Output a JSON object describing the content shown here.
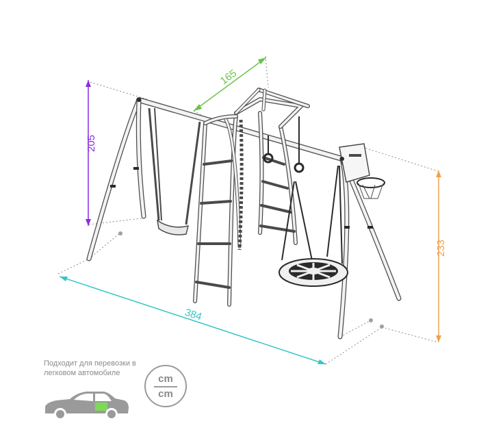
{
  "dimensions": {
    "depth": "165",
    "height_left": "205",
    "width": "384",
    "height_right": "233"
  },
  "note": {
    "text": "Подходит для перевозки в легковом автомобиле"
  },
  "units": {
    "numerator": "cm",
    "denominator": "cm"
  },
  "colors": {
    "depth": "#6cc24a",
    "height_left": "#8a2be2",
    "width": "#35c6c6",
    "height_right": "#f0a050",
    "frame": "#4a4a4a",
    "guide": "#8a8a8a",
    "car_door": "#7ed957"
  },
  "icons": {
    "car": "car-icon",
    "unit_badge": "unit-badge-icon",
    "swing_set": "swing-set-illustration"
  }
}
